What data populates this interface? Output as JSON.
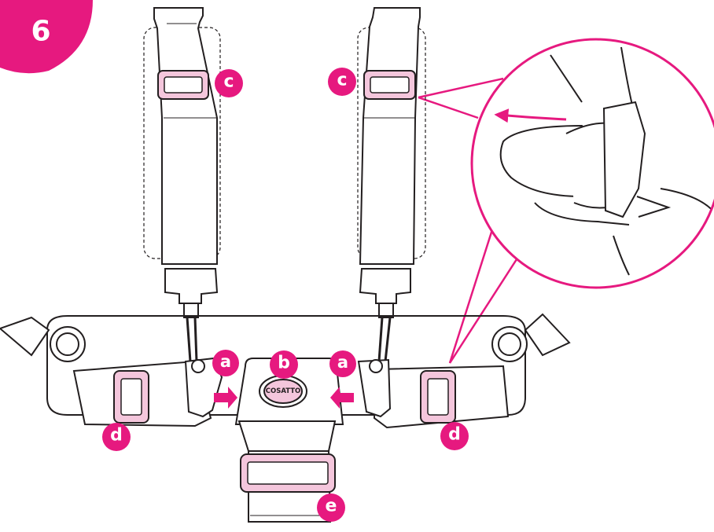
{
  "step": {
    "number": "6"
  },
  "labels": {
    "a_left": "a",
    "a_right": "a",
    "b": "b",
    "c_left": "c",
    "c_right": "c",
    "d_left": "d",
    "d_right": "d",
    "e": "e"
  },
  "buckle": {
    "brand": "COSATTO"
  },
  "colors": {
    "accent": "#e6197f",
    "adjuster_fill": "#f4c6dc",
    "line": "#231f20",
    "background": "#ffffff"
  }
}
